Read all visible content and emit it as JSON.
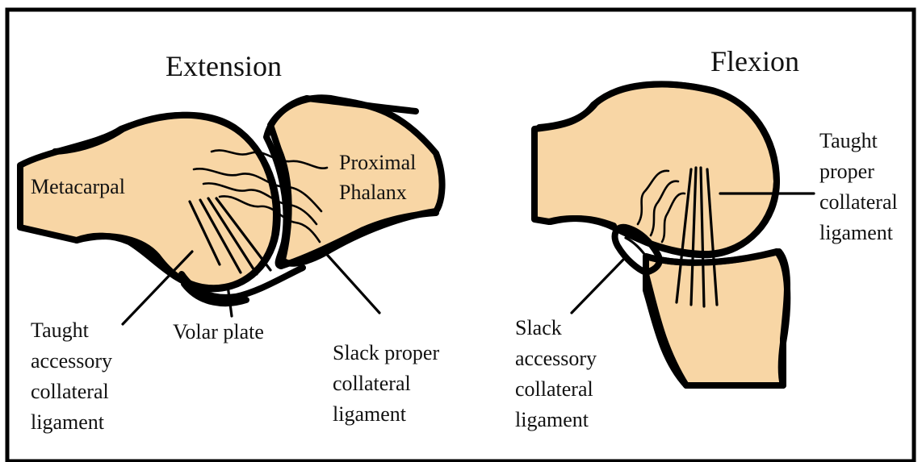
{
  "colors": {
    "bone_fill": "#F8D6A5",
    "stroke": "#000000",
    "background": "#FFFFFF"
  },
  "extension": {
    "title": "Extension",
    "bone_labels": {
      "metacarpal": "Metacarpal",
      "phalanx_line1": "Proximal",
      "phalanx_line2": "Phalanx"
    },
    "volar_plate": "Volar plate",
    "accessory": [
      "Taught",
      "accessory",
      "collateral",
      "ligament"
    ],
    "proper": [
      "Slack proper",
      "collateral",
      "ligament"
    ]
  },
  "flexion": {
    "title": "Flexion",
    "proper": [
      "Taught",
      "proper",
      "collateral",
      "ligament"
    ],
    "accessory": [
      "Slack",
      "accessory",
      "collateral",
      "ligament"
    ]
  }
}
